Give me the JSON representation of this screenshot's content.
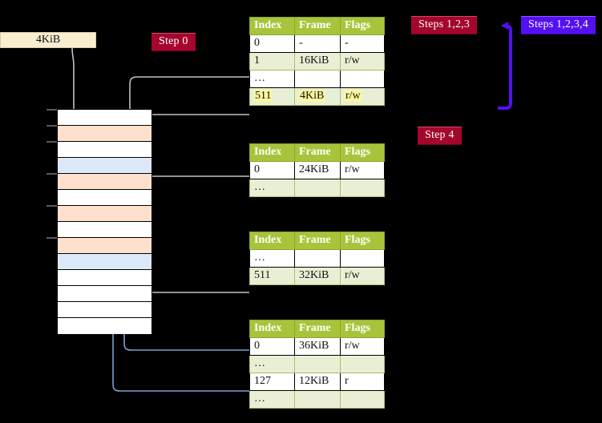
{
  "diagram": {
    "title": "multi-level page table walk",
    "colors": {
      "header_green": "#a8c43a",
      "row_alt": "#e9efd4",
      "highlight_yellow": "#fbf9a0",
      "peach_cell": "#fde1cd",
      "blue_cell": "#dce9f8",
      "badge_red": "#a4062c",
      "badge_blue": "#5410f0",
      "connector_gray": "#b9b9b9",
      "connector_blue": "#7b9fd0",
      "label_cream": "#faeed0"
    }
  },
  "labels": {
    "size_label": "4KiB",
    "step_0": "Step 0",
    "step_4": "Step 4",
    "steps_123": "Steps 1,2,3",
    "steps_1234": "Steps 1,2,3,4"
  },
  "tables": {
    "columns": [
      "Index",
      "Frame",
      "Flags"
    ],
    "level_0": {
      "name": "page-table-level-0",
      "rows": [
        {
          "index": "0",
          "frame": "-",
          "flags": "-",
          "alt": false,
          "highlight": false
        },
        {
          "index": "1",
          "frame": "16KiB",
          "flags": "r/w",
          "alt": true,
          "highlight": false
        },
        {
          "index": "…",
          "frame": "",
          "flags": "",
          "alt": false,
          "highlight": false
        },
        {
          "index": "511",
          "frame": "4KiB",
          "flags": "r/w",
          "alt": true,
          "highlight": true
        }
      ]
    },
    "level_1": {
      "name": "page-table-level-1",
      "rows": [
        {
          "index": "0",
          "frame": "24KiB",
          "flags": "r/w",
          "alt": false,
          "highlight": false
        },
        {
          "index": "…",
          "frame": "",
          "flags": "",
          "alt": true,
          "highlight": false
        }
      ]
    },
    "level_2": {
      "name": "page-table-level-2",
      "rows": [
        {
          "index": "…",
          "frame": "",
          "flags": "",
          "alt": false,
          "highlight": false
        },
        {
          "index": "511",
          "frame": "32KiB",
          "flags": "r/w",
          "alt": true,
          "highlight": false
        }
      ]
    },
    "level_3": {
      "name": "page-table-level-3",
      "rows": [
        {
          "index": "0",
          "frame": "36KiB",
          "flags": "r/w",
          "alt": false,
          "highlight": false
        },
        {
          "index": "…",
          "frame": "",
          "flags": "",
          "alt": true,
          "highlight": false
        },
        {
          "index": "127",
          "frame": "12KiB",
          "flags": "r",
          "alt": false,
          "highlight": false
        },
        {
          "index": "…",
          "frame": "",
          "flags": "",
          "alt": true,
          "highlight": false
        }
      ]
    }
  },
  "memory": {
    "name": "physical-memory-column",
    "cells": [
      {
        "fill": "white"
      },
      {
        "fill": "peach"
      },
      {
        "fill": "white"
      },
      {
        "fill": "blue"
      },
      {
        "fill": "peach"
      },
      {
        "fill": "white"
      },
      {
        "fill": "peach"
      },
      {
        "fill": "white"
      },
      {
        "fill": "peach"
      },
      {
        "fill": "blue"
      },
      {
        "fill": "white"
      },
      {
        "fill": "white"
      },
      {
        "fill": "white"
      },
      {
        "fill": "white"
      }
    ]
  }
}
